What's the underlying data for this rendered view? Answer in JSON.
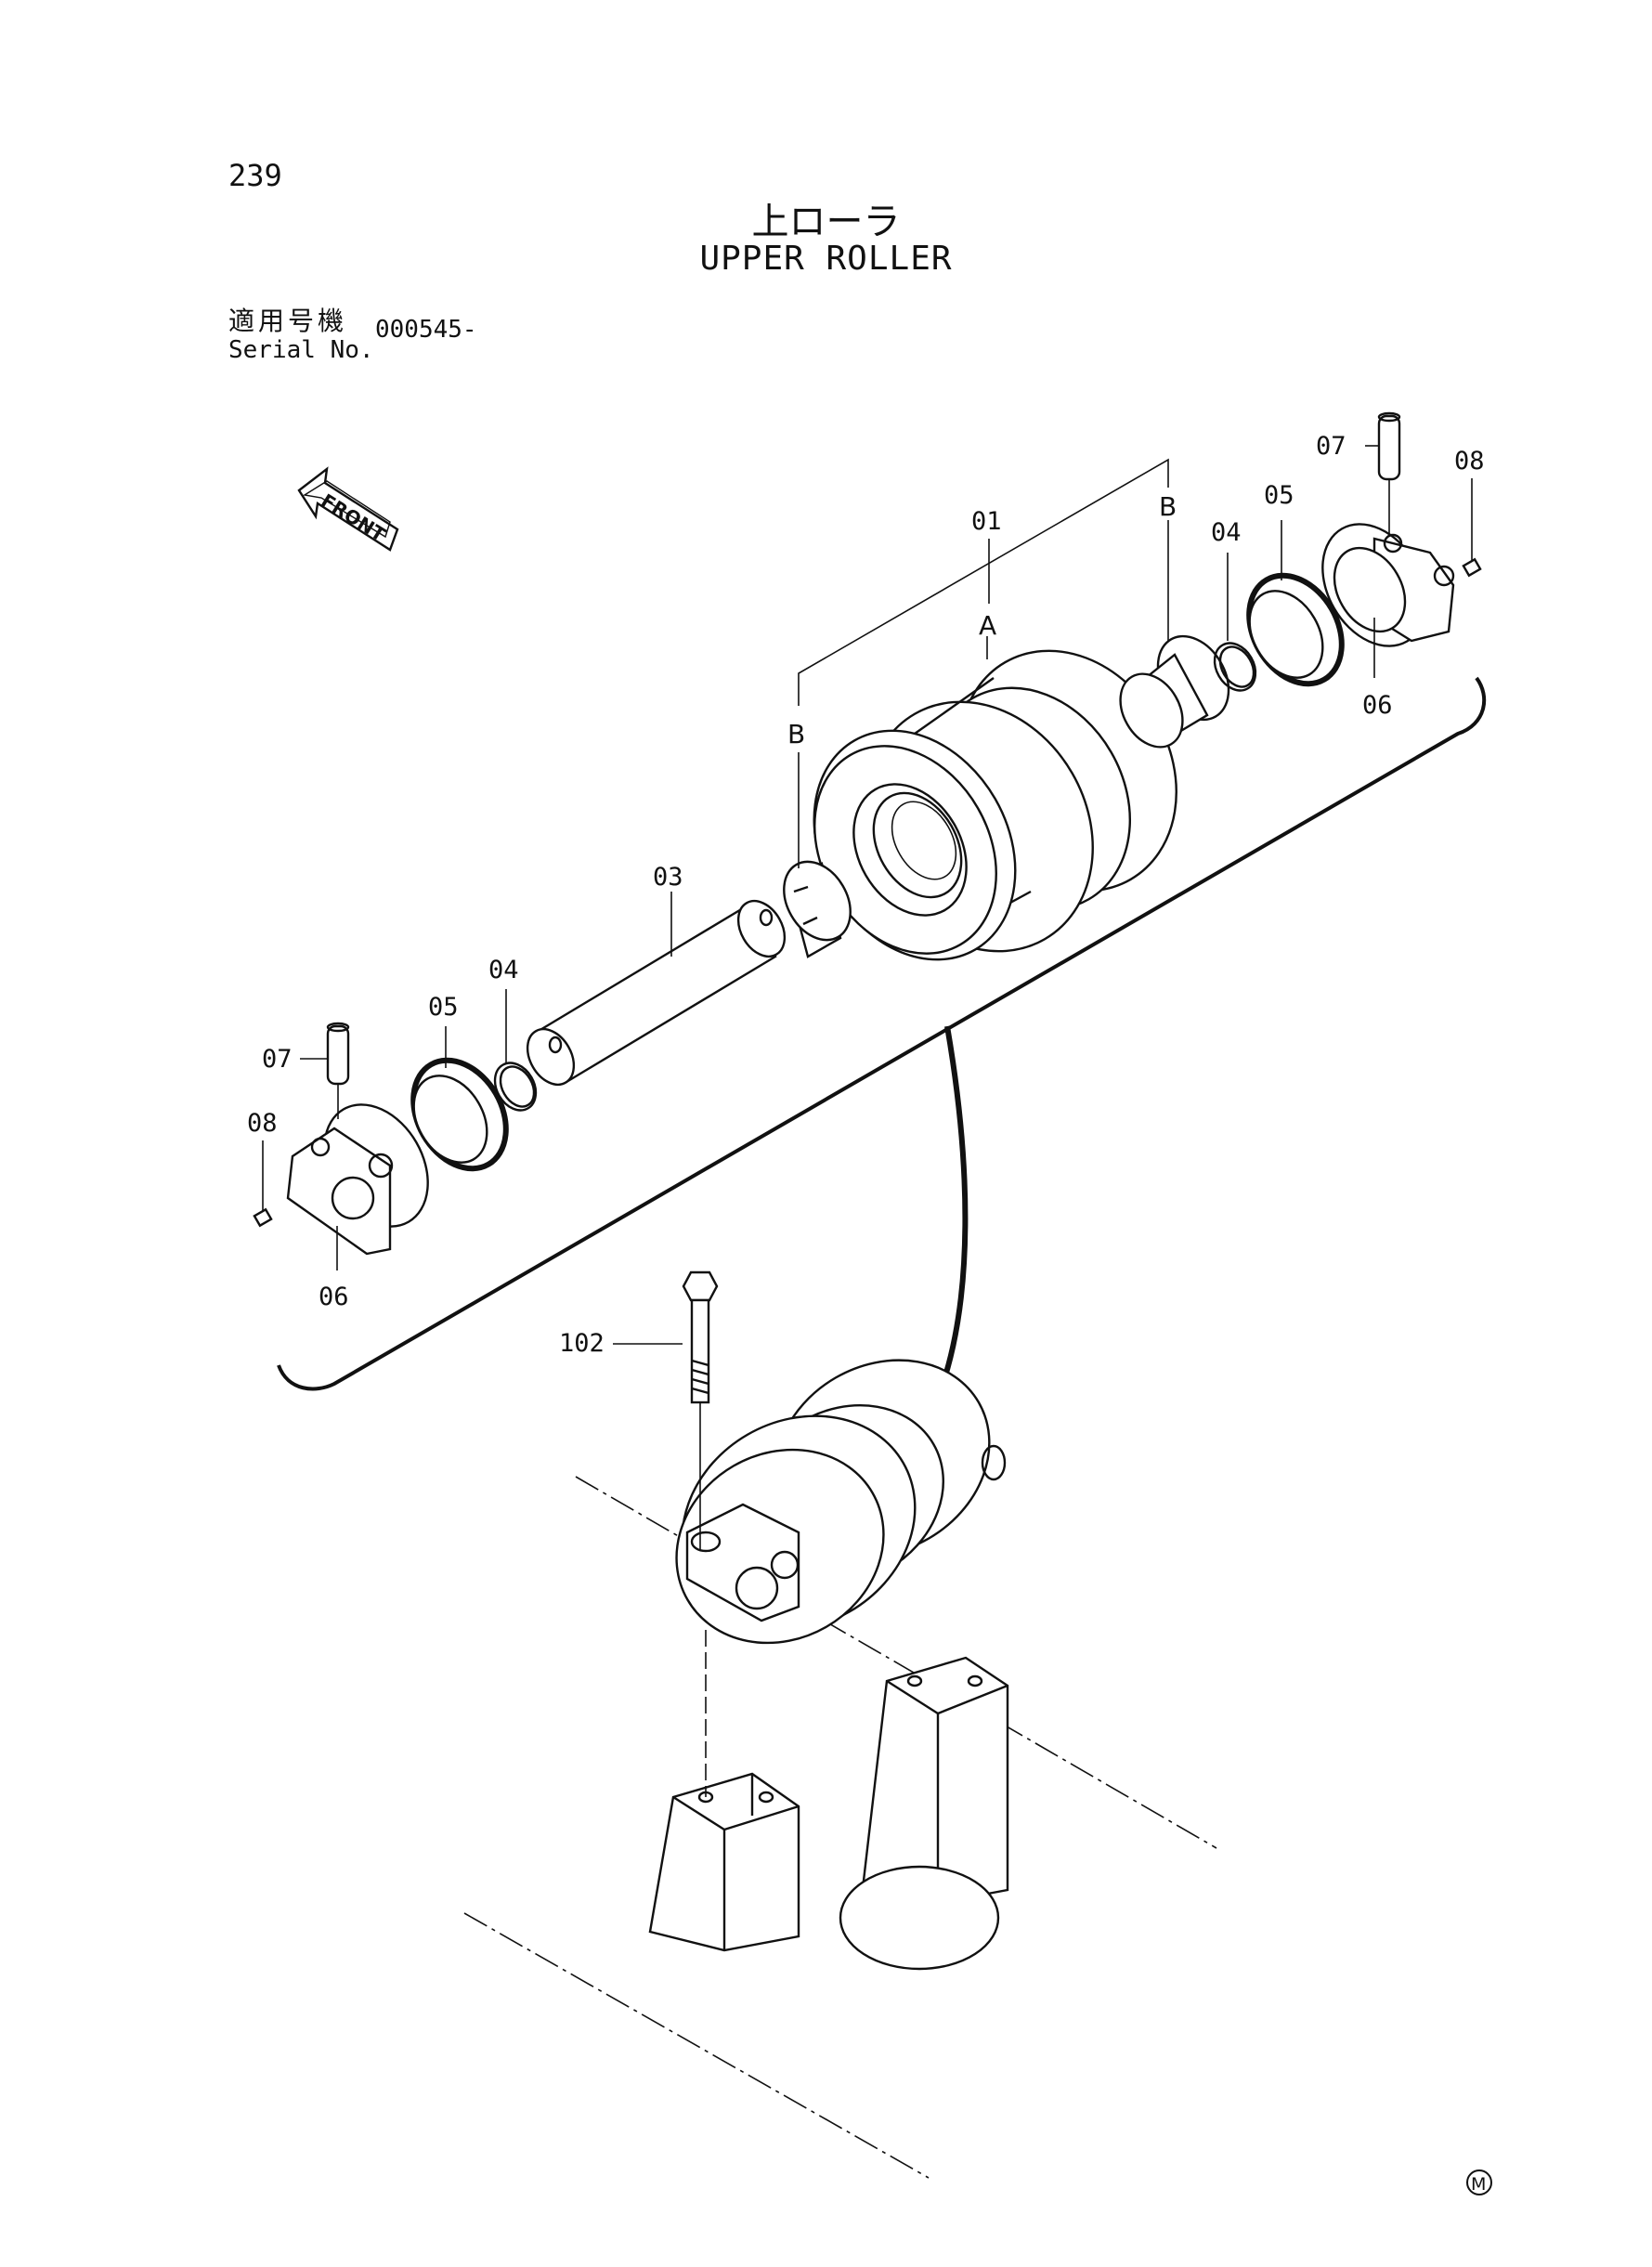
{
  "page": {
    "number": "239",
    "title_jp": "上ローラ",
    "title_en": "UPPER ROLLER",
    "serial_label_jp": "適用号機",
    "serial_label_en": "Serial No.",
    "serial_value": "000545-"
  },
  "diagram": {
    "front_arrow_label": "FRONT",
    "callouts": {
      "c01": "01",
      "cA": "A",
      "cB_top": "B",
      "cB_left": "B",
      "c03": "03",
      "c04_right": "04",
      "c05_right": "05",
      "c06_right": "06",
      "c07_right": "07",
      "c08_right": "08",
      "c04_left": "04",
      "c05_left": "05",
      "c06_left": "06",
      "c07_left": "07",
      "c08_left": "08",
      "c102": "102"
    },
    "maker_mark": "M"
  }
}
